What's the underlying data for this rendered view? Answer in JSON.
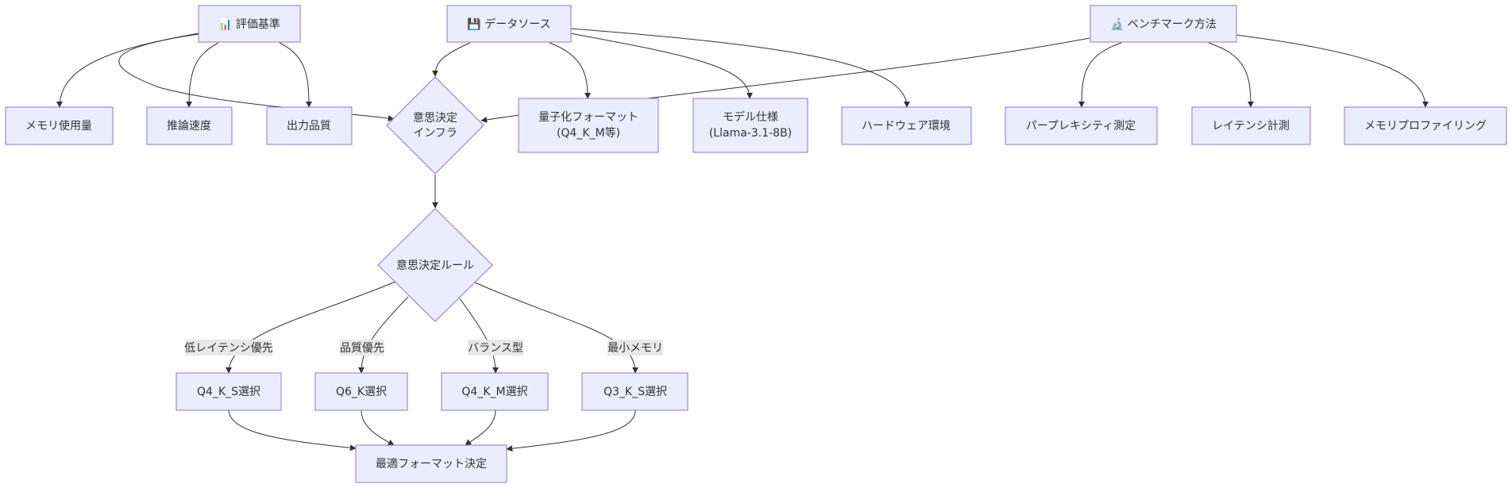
{
  "nodes": {
    "eval": "📊 評価基準",
    "data": "💾 データソース",
    "bench": "🔬 ベンチマーク方法",
    "mem_usage": "メモリ使用量",
    "speed": "推論速度",
    "quality": "出力品質",
    "infra": [
      "意思決定",
      "インフラ"
    ],
    "qformat": [
      "量子化フォーマット",
      "(Q4_K_M等)"
    ],
    "model": [
      "モデル仕様",
      "(Llama-3.1-8B)"
    ],
    "hw": "ハードウェア環境",
    "ppl": "パープレキシティ測定",
    "latency": "レイテンシ計測",
    "memprof": "メモリプロファイリング",
    "rule": "意思決定ルール",
    "q4ks": "Q4_K_S選択",
    "q6k": "Q6_K選択",
    "q4km": "Q4_K_M選択",
    "q3ks": "Q3_K_S選択",
    "final": "最適フォーマット決定"
  },
  "edge_labels": {
    "low_latency": "低レイテンシ優先",
    "quality_first": "品質優先",
    "balanced": "バランス型",
    "min_memory": "最小メモリ"
  },
  "colors": {
    "node_fill": "#ECECFF",
    "node_stroke": "#9370DB",
    "edge": "#333333",
    "label_bg": "#e8e8e8"
  }
}
